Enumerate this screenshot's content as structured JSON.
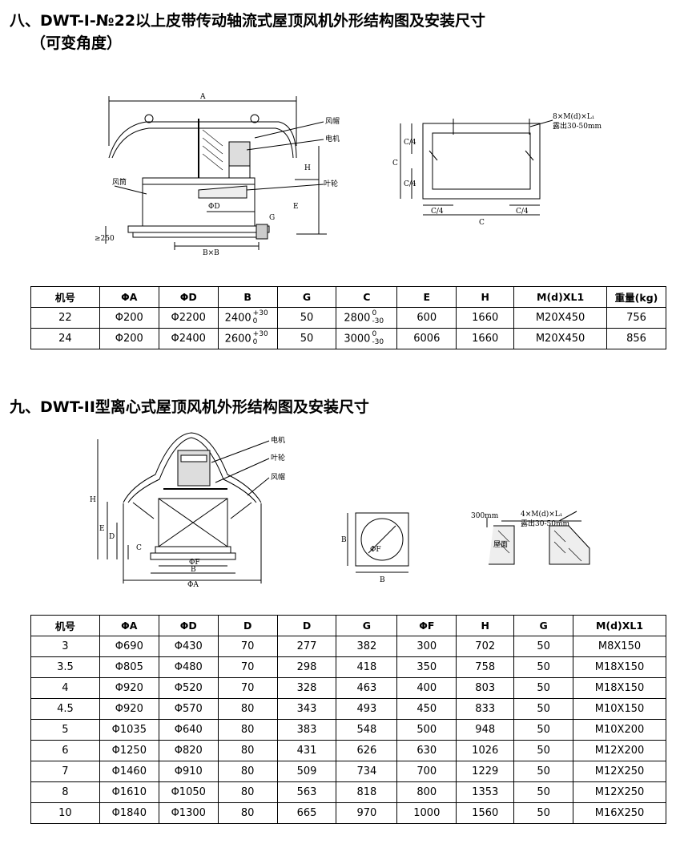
{
  "section8": {
    "title": "八、DWT-I-№22以上皮带传动轴流式屋顶风机外形结构图及安装尺寸",
    "subtitle": "（可变角度）",
    "figure_labels": {
      "A": "A",
      "fengmao": "风帽",
      "dianji": "电机",
      "yelun": "叶轮",
      "fengtong": "风筒",
      "H": "H",
      "E": "E",
      "G": "G",
      "phiD": "ΦD",
      "d250": "≥250",
      "BxB": "B×B",
      "bolt": "8×M(d)×L₁",
      "expose": "露出30-50mm",
      "C4a": "C/4",
      "C": "C",
      "C4b": "C/4",
      "C4c": "C/4",
      "C4d": "C/4",
      "C2": "C"
    },
    "table": {
      "headers": [
        "机号",
        "ΦA",
        "ΦD",
        "B",
        "G",
        "C",
        "E",
        "H",
        "M(d)XL1",
        "重量(kg)"
      ],
      "rows": [
        {
          "no": "22",
          "A": "Φ200",
          "D": "Φ2200",
          "B": "2400",
          "B_tol_up": "+30",
          "B_tol_dn": "0",
          "G": "50",
          "C": "2800",
          "C_tol_up": "0",
          "C_tol_dn": "-30",
          "E": "600",
          "H": "1660",
          "M": "M20X450",
          "W": "756"
        },
        {
          "no": "24",
          "A": "Φ200",
          "D": "Φ2400",
          "B": "2600",
          "B_tol_up": "+30",
          "B_tol_dn": "0",
          "G": "50",
          "C": "3000",
          "C_tol_up": "0",
          "C_tol_dn": "-30",
          "E": "6006",
          "H": "1660",
          "M": "M20X450",
          "W": "856"
        }
      ]
    }
  },
  "section9": {
    "title": "九、DWT-II型离心式屋顶风机外形结构图及安装尺寸",
    "figure_labels": {
      "dianji": "电机",
      "yelun": "叶轮",
      "fengmao": "风帽",
      "H": "H",
      "E": "E",
      "D": "D",
      "C": "C",
      "phiF": "ΦF",
      "B": "B",
      "phiA": "ΦA",
      "B2": "B",
      "phiF2": "ΦF",
      "B3": "B",
      "h300": "300mm",
      "bolt": "4×M(d)×L₁",
      "expose": "露出30-50mm",
      "roof": "屋面"
    },
    "table": {
      "headers": [
        "机号",
        "ΦA",
        "ΦD",
        "D",
        "D",
        "G",
        "ΦF",
        "H",
        "G",
        "M(d)XL1"
      ],
      "rows": [
        [
          "3",
          "Φ690",
          "Φ430",
          "70",
          "277",
          "382",
          "300",
          "702",
          "50",
          "M8X150"
        ],
        [
          "3.5",
          "Φ805",
          "Φ480",
          "70",
          "298",
          "418",
          "350",
          "758",
          "50",
          "M18X150"
        ],
        [
          "4",
          "Φ920",
          "Φ520",
          "70",
          "328",
          "463",
          "400",
          "803",
          "50",
          "M18X150"
        ],
        [
          "4.5",
          "Φ920",
          "Φ570",
          "80",
          "343",
          "493",
          "450",
          "833",
          "50",
          "M10X150"
        ],
        [
          "5",
          "Φ1035",
          "Φ640",
          "80",
          "383",
          "548",
          "500",
          "948",
          "50",
          "M10X200"
        ],
        [
          "6",
          "Φ1250",
          "Φ820",
          "80",
          "431",
          "626",
          "630",
          "1026",
          "50",
          "M12X200"
        ],
        [
          "7",
          "Φ1460",
          "Φ910",
          "80",
          "509",
          "734",
          "700",
          "1229",
          "50",
          "M12X250"
        ],
        [
          "8",
          "Φ1610",
          "Φ1050",
          "80",
          "563",
          "818",
          "800",
          "1353",
          "50",
          "M12X250"
        ],
        [
          "10",
          "Φ1840",
          "Φ1300",
          "80",
          "665",
          "970",
          "1000",
          "1560",
          "50",
          "M16X250"
        ]
      ]
    }
  }
}
